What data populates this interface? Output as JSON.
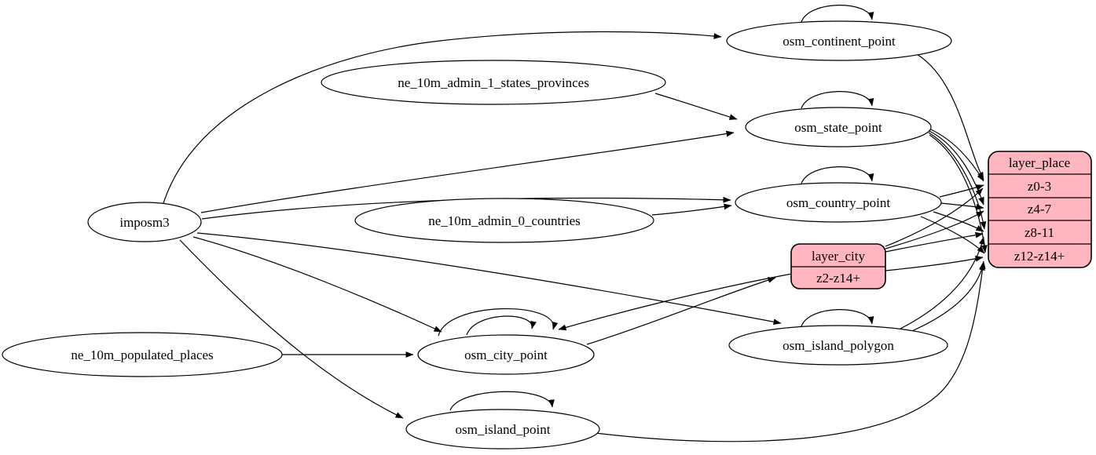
{
  "diagram": {
    "type": "etl-graph",
    "background_color": "#ffffff",
    "edge_color": "#000000",
    "record_fill_color": "#ffb6c1",
    "nodes": {
      "imposm3": {
        "label": "imposm3",
        "kind": "source"
      },
      "ne_10m_admin_1_states_provinces": {
        "label": "ne_10m_admin_1_states_provinces",
        "kind": "source"
      },
      "ne_10m_admin_0_countries": {
        "label": "ne_10m_admin_0_countries",
        "kind": "source"
      },
      "ne_10m_populated_places": {
        "label": "ne_10m_populated_places",
        "kind": "source"
      },
      "osm_continent_point": {
        "label": "osm_continent_point",
        "kind": "table"
      },
      "osm_state_point": {
        "label": "osm_state_point",
        "kind": "table"
      },
      "osm_country_point": {
        "label": "osm_country_point",
        "kind": "table"
      },
      "osm_island_polygon": {
        "label": "osm_island_polygon",
        "kind": "table"
      },
      "osm_city_point": {
        "label": "osm_city_point",
        "kind": "table"
      },
      "osm_island_point": {
        "label": "osm_island_point",
        "kind": "table"
      },
      "layer_city": {
        "title": "layer_city",
        "rows": [
          "z2-z14+"
        ],
        "kind": "layer"
      },
      "layer_place": {
        "title": "layer_place",
        "rows": [
          "z0-3",
          "z4-7",
          "z8-11",
          "z12-z14+"
        ],
        "kind": "layer"
      }
    },
    "edges": [
      {
        "from": "imposm3",
        "to": "osm_continent_point"
      },
      {
        "from": "imposm3",
        "to": "osm_state_point"
      },
      {
        "from": "imposm3",
        "to": "osm_country_point"
      },
      {
        "from": "imposm3",
        "to": "osm_island_polygon"
      },
      {
        "from": "imposm3",
        "to": "osm_city_point"
      },
      {
        "from": "imposm3",
        "to": "osm_island_point"
      },
      {
        "from": "ne_10m_admin_1_states_provinces",
        "to": "osm_state_point"
      },
      {
        "from": "ne_10m_admin_0_countries",
        "to": "osm_country_point"
      },
      {
        "from": "ne_10m_populated_places",
        "to": "osm_city_point"
      },
      {
        "from": "osm_continent_point",
        "to": "osm_continent_point",
        "self_loop": true
      },
      {
        "from": "osm_state_point",
        "to": "osm_state_point",
        "self_loop": true
      },
      {
        "from": "osm_country_point",
        "to": "osm_country_point",
        "self_loop": true
      },
      {
        "from": "osm_island_polygon",
        "to": "osm_island_polygon",
        "self_loop": true
      },
      {
        "from": "osm_city_point",
        "to": "osm_city_point",
        "self_loop": true
      },
      {
        "from": "osm_city_point",
        "to": "osm_city_point",
        "self_loop": true
      },
      {
        "from": "osm_island_point",
        "to": "osm_island_point",
        "self_loop": true
      },
      {
        "from": "osm_continent_point",
        "to": "layer_place",
        "row": "z0-3"
      },
      {
        "from": "osm_state_point",
        "to": "layer_place",
        "row": "z0-3"
      },
      {
        "from": "osm_state_point",
        "to": "layer_place",
        "row": "z4-7"
      },
      {
        "from": "osm_state_point",
        "to": "layer_place",
        "row": "z8-11"
      },
      {
        "from": "osm_state_point",
        "to": "layer_place",
        "row": "z12-z14+"
      },
      {
        "from": "osm_country_point",
        "to": "layer_place",
        "row": "z0-3"
      },
      {
        "from": "osm_country_point",
        "to": "layer_place",
        "row": "z4-7"
      },
      {
        "from": "osm_country_point",
        "to": "layer_place",
        "row": "z8-11"
      },
      {
        "from": "osm_country_point",
        "to": "layer_place",
        "row": "z12-z14+"
      },
      {
        "from": "layer_city",
        "to": "layer_place",
        "row": "z0-3"
      },
      {
        "from": "layer_city",
        "to": "layer_place",
        "row": "z4-7"
      },
      {
        "from": "layer_city",
        "to": "layer_place",
        "row": "z8-11"
      },
      {
        "from": "layer_city",
        "to": "layer_place",
        "row": "z12-z14+"
      },
      {
        "from": "osm_island_polygon",
        "to": "layer_place",
        "row": "z8-11"
      },
      {
        "from": "osm_island_polygon",
        "to": "layer_place",
        "row": "z12-z14+"
      },
      {
        "from": "osm_island_point",
        "to": "layer_place",
        "row": "z12-z14+"
      },
      {
        "from": "osm_city_point",
        "to": "layer_city",
        "row": "z2-z14+"
      },
      {
        "from": "layer_city",
        "to": "osm_city_point"
      }
    ]
  }
}
